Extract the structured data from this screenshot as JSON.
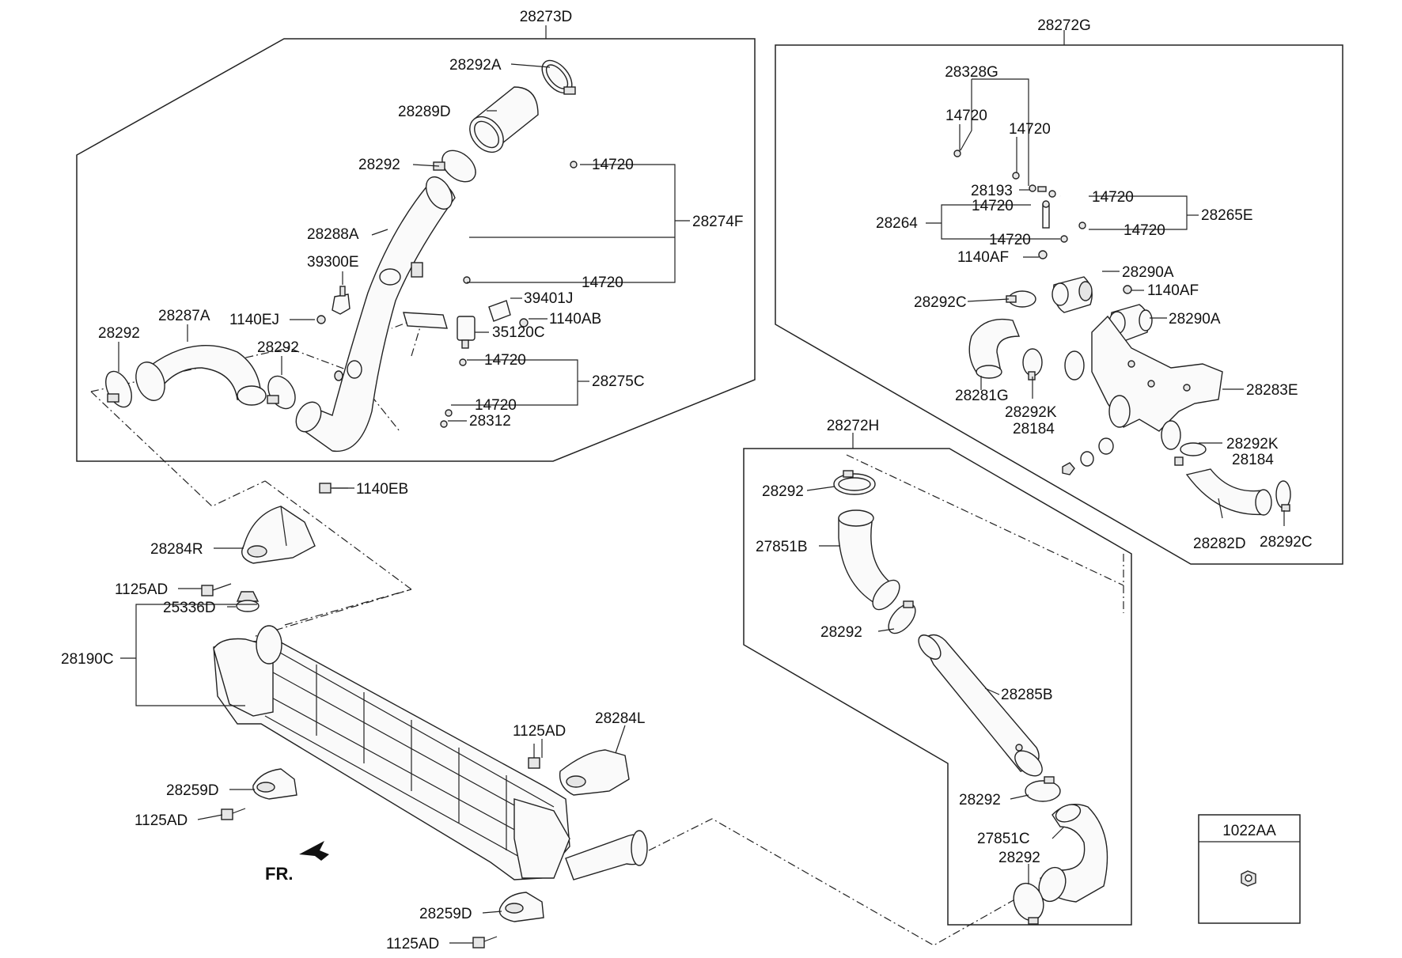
{
  "labels": {
    "g28273D": "28273D",
    "g28272G": "28272G",
    "g28272H": "28272H",
    "p28292A": "28292A",
    "p28289D": "28289D",
    "p28292_a": "28292",
    "p14720_a": "14720",
    "p28274F": "28274F",
    "p28288A": "28288A",
    "p39300E": "39300E",
    "p14720_b": "14720",
    "p39401J": "39401J",
    "p1140EJ": "1140EJ",
    "p1140AB": "1140AB",
    "p35120C": "35120C",
    "p28287A": "28287A",
    "p28292_b": "28292",
    "p28292_c": "28292",
    "p14720_c": "14720",
    "p28275C": "28275C",
    "p14720_d": "14720",
    "p28312": "28312",
    "p1140EB": "1140EB",
    "p28284R": "28284R",
    "p1125AD_a": "1125AD",
    "p25336D": "25336D",
    "p28190C": "28190C",
    "p1125AD_b": "1125AD",
    "p28284L": "28284L",
    "p28259D_a": "28259D",
    "p1125AD_c": "1125AD",
    "p28259D_b": "28259D",
    "p1125AD_d": "1125AD",
    "fr": "FR.",
    "p28328G": "28328G",
    "p14720_e": "14720",
    "p14720_f": "14720",
    "p28193": "28193",
    "p14720_g": "14720",
    "p14720_h": "14720",
    "p28265E": "28265E",
    "p28264": "28264",
    "p14720_i": "14720",
    "p14720_j": "14720",
    "p1140AF_a": "1140AF",
    "p28290A_a": "28290A",
    "p1140AF_b": "1140AF",
    "p28292C_a": "28292C",
    "p28290A_b": "28290A",
    "p28283E": "28283E",
    "p28281G": "28281G",
    "p28292K_a": "28292K",
    "p28184_a": "28184",
    "p28292K_b": "28292K",
    "p28184_b": "28184",
    "p28282D": "28282D",
    "p28292C_b": "28292C",
    "p28292_d": "28292",
    "p27851B": "27851B",
    "p28292_e": "28292",
    "p28285B": "28285B",
    "p28292_f": "28292",
    "p27851C": "27851C",
    "p28292_g": "28292",
    "p1022AA": "1022AA"
  }
}
